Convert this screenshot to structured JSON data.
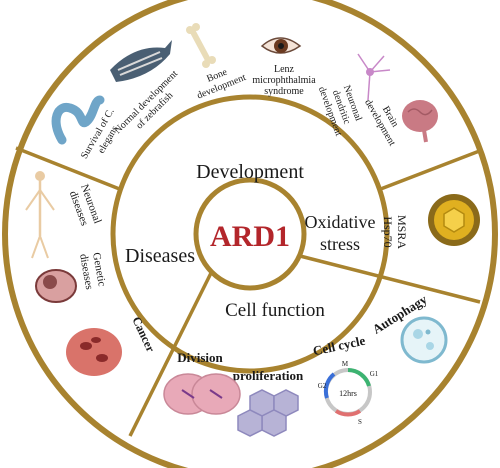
{
  "center": {
    "label": "ARD1"
  },
  "inner_sections": {
    "development": "Development",
    "oxidative_stress": [
      "Oxidative",
      "stress"
    ],
    "cell_function": "Cell function",
    "diseases": "Diseases"
  },
  "development_items": {
    "survival_c_elegans": [
      "Survival of C.",
      "elegans"
    ],
    "zebrafish": [
      "Normal development",
      "of zebrafish"
    ],
    "bone": [
      "Bone",
      "development"
    ],
    "eye": [
      "Lenz",
      "microphthalmia",
      "syndrome"
    ],
    "neuronal": [
      "Neuronal",
      "dendritic",
      "development"
    ],
    "brain": [
      "Brain",
      "development"
    ]
  },
  "oxidative_items": {
    "msra": "MSRA",
    "hsp70": "Hsp70"
  },
  "cell_function_items": {
    "division": "Division",
    "proliferation": "proliferation",
    "cell_cycle": "Cell cycle",
    "autophagy": "Autophagy",
    "cycle_center": "12hrs",
    "phase_m": "M",
    "phase_g1": "G1",
    "phase_g2": "G2",
    "phase_s": "S"
  },
  "disease_items": {
    "neuronal": [
      "Neuronal",
      "diseases"
    ],
    "genetic": [
      "Genetic",
      "diseases"
    ],
    "cancer": "Cancer"
  },
  "colors": {
    "ring": "#a8832f",
    "core_text": "#b3262b",
    "worm": "#6fa5c8",
    "brain": "#c97a84",
    "msra_fill": "#e0b020",
    "cell_pink": "#e8a9b8",
    "prolif": "#b7b3d6",
    "cancer": "#d9736a",
    "autophagy": "#a9d6e6"
  }
}
